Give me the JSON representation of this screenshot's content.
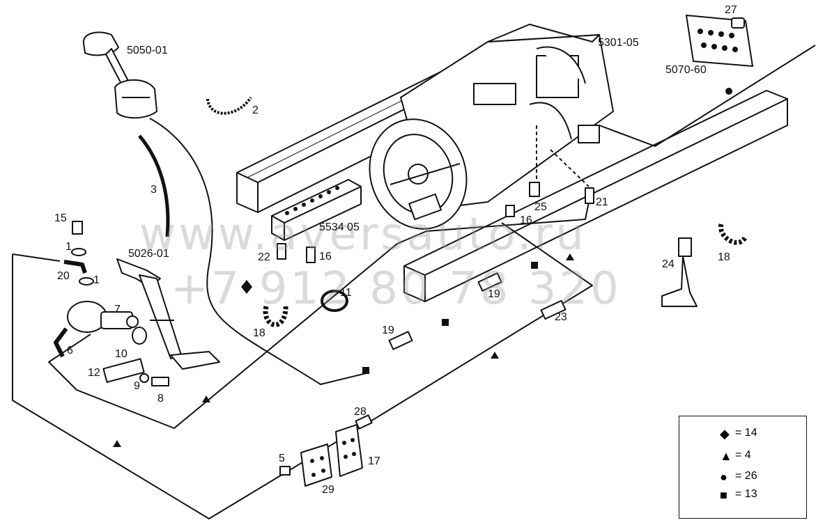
{
  "watermark": {
    "line1": "www.aversauto.ru",
    "line2": "+7 912 80 78 320"
  },
  "assemblies": {
    "gear_lever": "5050-01",
    "clutch_pedal": "5026-01",
    "gearbox": "5301-05",
    "connector_block": "5070-60",
    "bracket": "5534 05"
  },
  "part_numbers": {
    "p1a": "1",
    "p1b": "1",
    "p2": "2",
    "p3": "3",
    "p5": "5",
    "p6": "6",
    "p7": "7",
    "p8": "8",
    "p9": "9",
    "p10": "10",
    "p11": "11",
    "p12": "12",
    "p15": "15",
    "p16a": "16",
    "p16b": "16",
    "p17": "17",
    "p18a": "18",
    "p18b": "18",
    "p19a": "19",
    "p19b": "19",
    "p20": "20",
    "p21": "21",
    "p22": "22",
    "p23": "23",
    "p24": "24",
    "p25": "25",
    "p27": "27",
    "p28": "28",
    "p29": "29"
  },
  "legend": [
    {
      "symbol": "diamond",
      "glyph": "◆",
      "sep": "=",
      "value": "14"
    },
    {
      "symbol": "triangle",
      "glyph": "▲",
      "sep": "=",
      "value": "4"
    },
    {
      "symbol": "circle",
      "glyph": "●",
      "sep": "=",
      "value": "26"
    },
    {
      "symbol": "square",
      "glyph": "■",
      "sep": "=",
      "value": "13"
    }
  ]
}
